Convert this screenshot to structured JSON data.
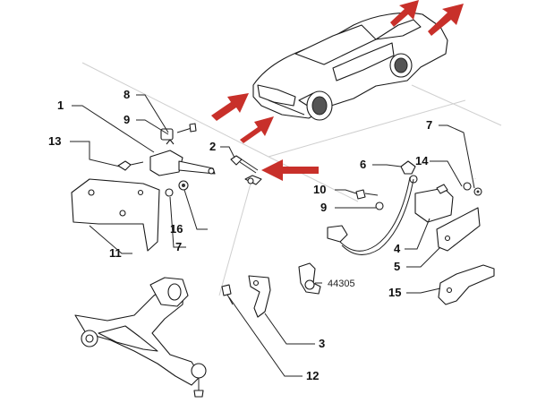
{
  "diagram": {
    "part_numbers": {
      "p1": "1",
      "p2": "2",
      "p3": "3",
      "p4": "4",
      "p5": "5",
      "p6": "6",
      "p7a": "7",
      "p7b": "7",
      "p8": "8",
      "p9a": "9",
      "p9b": "9",
      "p10": "10",
      "p11": "11",
      "p12": "12",
      "p13": "13",
      "p14": "14",
      "p15": "15",
      "p16": "16"
    },
    "reference_code": "44305",
    "watermark": "…"
  },
  "colors": {
    "arrow": "#c8302a",
    "line": "#1a1a1a",
    "background_lines": "#cfcfcf"
  }
}
